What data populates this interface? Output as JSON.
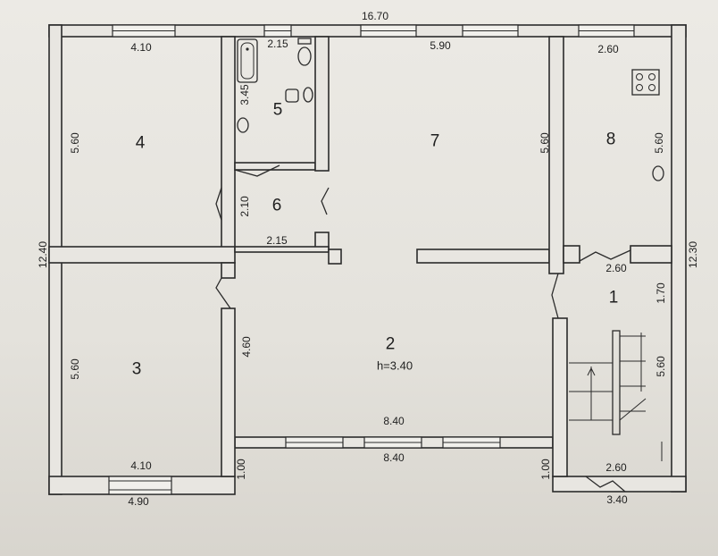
{
  "rooms": {
    "r1": "1",
    "r2": "2",
    "r2_height": "h=3.40",
    "r3": "3",
    "r4": "4",
    "r5": "5",
    "r6": "6",
    "r7": "7",
    "r8": "8"
  },
  "dimensions": {
    "top_total": "16.70",
    "left_total": "12.40",
    "right_total": "12.30",
    "r4_top": "4.10",
    "r4_left": "5.60",
    "r5_top": "2.15",
    "r5_side": "3.45",
    "r6_side": "2.10",
    "r6_bottom": "2.15",
    "r7_top": "5.90",
    "r7_right": "5.60",
    "r8_top": "2.60",
    "r8_right": "5.60",
    "r1_top": "2.60",
    "r1_side": "1.70",
    "stair_side": "5.60",
    "r1_bottom": "2.60",
    "right_wing_bottom": "3.40",
    "r2_left": "4.60",
    "r2_inner_bottom": "8.40",
    "r2_outer_bottom": "8.40",
    "r3_left": "5.60",
    "r3_bottom_inner": "4.10",
    "r3_bottom_outer": "4.90",
    "left_step": "1.00",
    "right_step": "1.00"
  }
}
